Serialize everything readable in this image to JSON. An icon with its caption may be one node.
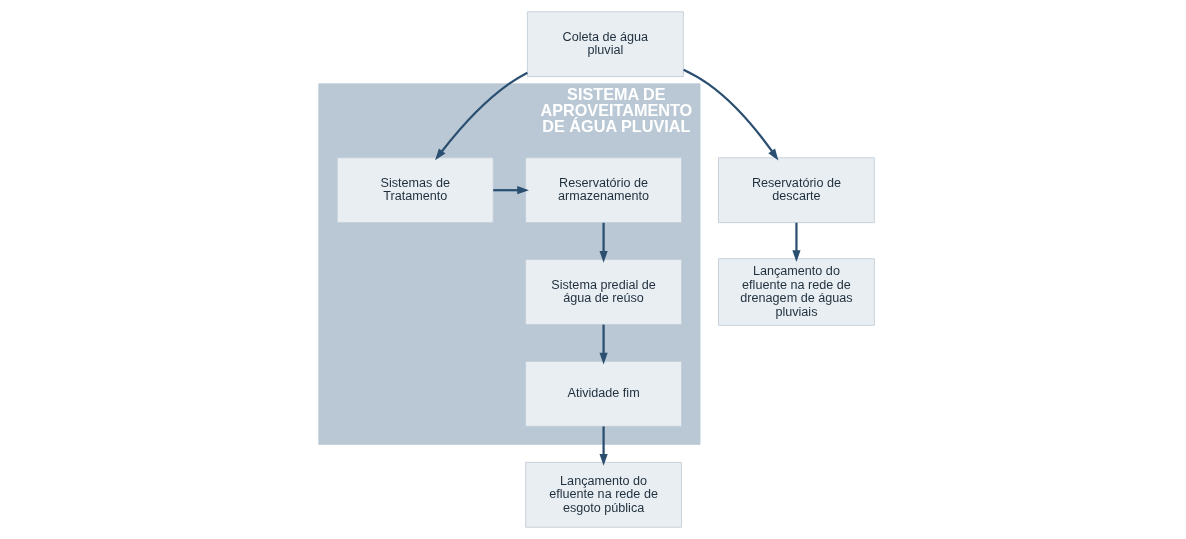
{
  "diagram": {
    "nodes": [
      {
        "text": [
          "Coleta de água pluvial"
        ]
      },
      {
        "text": [
          "Lançamento do efluente na rede de esgoto pública"
        ]
      },
      {
        "text": [
          "SISTEMA DE APROVEITAMENTO DE ÁGUA PLUVIAL"
        ]
      },
      {
        "text": [
          "Reservatório de descarte"
        ]
      },
      {
        "text": [
          "Atividade fim"
        ],
        "in": 2
      },
      {
        "text": [
          "Lançamento do efluente na rede de drenagem de águas pluviais"
        ]
      },
      {
        "text": [
          "Sistemas de Tratamento"
        ],
        "in": 2
      },
      {
        "text": [
          "Reservatório de armazenamento"
        ],
        "in": 2
      },
      {
        "text": [
          "Sistema predial de água de reúso"
        ],
        "in": 2
      }
    ],
    "edges": [
      {
        "from": 0,
        "to": 3,
        "arrow": "to"
      },
      {
        "from": 0,
        "to": 6,
        "arrow": "to"
      },
      {
        "from": 3,
        "to": 5,
        "arrow": "to"
      },
      {
        "from": 6,
        "to": 7,
        "arrow": "to"
      },
      {
        "from": 7,
        "to": 8,
        "arrow": "to"
      },
      {
        "from": 8,
        "to": 4,
        "arrow": "to"
      },
      {
        "from": 4,
        "to": 1,
        "arrow": "to"
      }
    ]
  }
}
